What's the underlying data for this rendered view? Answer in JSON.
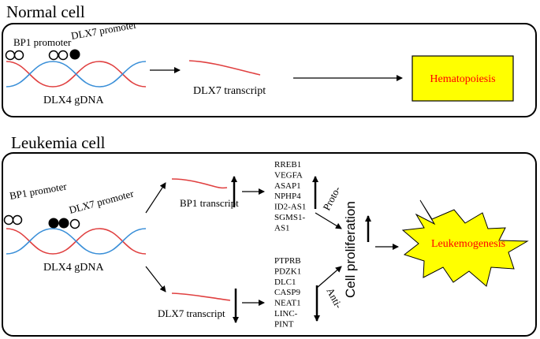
{
  "normal": {
    "title": "Normal cell",
    "bp1_promoter": "BP1 promoter",
    "dlx7_promoter": "DLX7 promoter",
    "gdna": "DLX4 gDNA",
    "transcript": "DLX7 transcript",
    "outcome": "Hematopoiesis"
  },
  "leukemia": {
    "title": "Leukemia cell",
    "bp1_promoter": "BP1 promoter",
    "dlx7_promoter": "DLX7 promoter",
    "gdna": "DLX4 gDNA",
    "bp1_transcript": "BP1 transcript",
    "dlx7_transcript": "DLX7 transcript",
    "proto_genes": [
      "RREB1",
      "VEGFA",
      "ASAP1",
      "NPHP4",
      "ID2-AS1",
      "SGMS1-",
      "AS1"
    ],
    "anti_genes": [
      "PTPRB",
      "PDZK1",
      "DLC1",
      "CASP9",
      "NEAT1",
      "LINC-",
      "PINT"
    ],
    "proto_label": "Proto-",
    "anti_label": "Anti-",
    "cell_proliferation": "Cell proliferation",
    "outcome": "Leukemogenesis"
  },
  "colors": {
    "strand_red": "#e04040",
    "strand_blue": "#3a8fd8",
    "outcome_text": "#ff0000",
    "box_fill": "#ffff00",
    "star_fill": "#ffff00"
  }
}
